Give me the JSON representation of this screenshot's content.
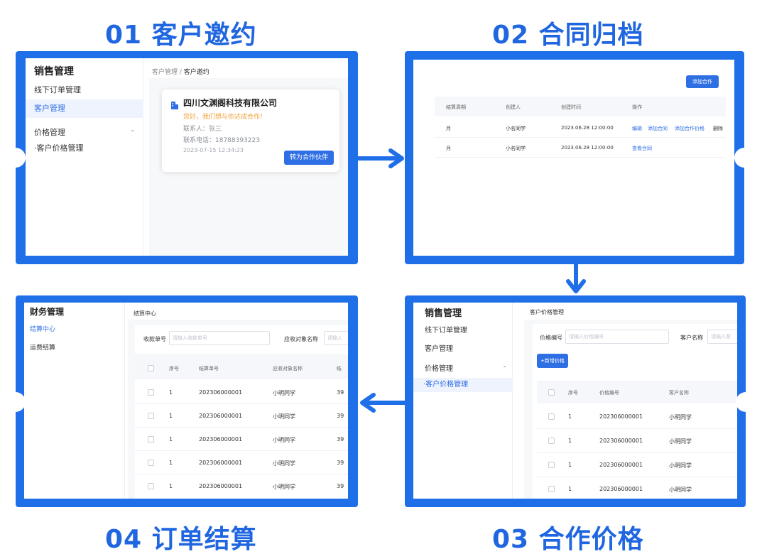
{
  "titles": {
    "step1": "01 客户邀约",
    "step2": "02 合同归档",
    "step3": "03 合作价格",
    "step4": "04 订单结算"
  },
  "colors": {
    "accent": "#1f6fe8",
    "title": "#1f66e0",
    "orange": "#f2a23a"
  },
  "panel1": {
    "sidebar_title": "销售管理",
    "items": [
      "线下订单管理",
      "客户管理",
      "价格管理",
      "·客户价格管理"
    ],
    "breadcrumb_parent": "客户管理 /",
    "breadcrumb_current": "客户邀约",
    "card": {
      "company": "四川文渊阁科技有限公司",
      "greeting": "您好，我们想与你达成合作！",
      "contact": "联系人：张三",
      "phone": "联系电话：18788393223",
      "time": "2023-07-15  12:34:23",
      "button": "转为合作伙伴"
    }
  },
  "panel2": {
    "add_button": "添加合作",
    "headers": [
      "结算周期",
      "创建人",
      "创建时间",
      "操作"
    ],
    "rows": [
      {
        "cycle": "月",
        "creator": "小名同学",
        "created": "2023.06.28 12:00:00",
        "actions": [
          "编辑",
          "添加合同",
          "添加合作价格",
          "删除"
        ]
      },
      {
        "cycle": "月",
        "creator": "小名同学",
        "created": "2023.06.28 12:00:00",
        "actions": [
          "查看合同"
        ]
      }
    ]
  },
  "panel3": {
    "sidebar_title": "销售管理",
    "items": [
      "线下订单管理",
      "客户管理",
      "价格管理",
      "·客户价格管理"
    ],
    "page_title": "客户价格管理",
    "price_code_label": "价格编号",
    "price_code_placeholder": "请输入价格编号",
    "customer_label": "客户名称",
    "customer_placeholder": "请输入客",
    "add_button": "+新增价格",
    "headers": [
      "序号",
      "价格编号",
      "客户名称"
    ],
    "rows": [
      {
        "no": "1",
        "code": "202306000001",
        "name": "小明同学"
      },
      {
        "no": "1",
        "code": "202306000001",
        "name": "小明同学"
      },
      {
        "no": "1",
        "code": "202306000001",
        "name": "小明同学"
      },
      {
        "no": "1",
        "code": "202306000001",
        "name": "小明同学"
      }
    ]
  },
  "panel4": {
    "sidebar_title": "财务管理",
    "items": [
      "结算中心",
      "运费结算"
    ],
    "page_title": "结算中心",
    "receipt_label": "收款单号",
    "receipt_placeholder": "请输入收款单号",
    "target_label": "应收对象名称",
    "target_placeholder": "请输入",
    "headers": [
      "序号",
      "结算单号",
      "应收对象名称",
      "结"
    ],
    "rows": [
      {
        "no": "1",
        "code": "202306000001",
        "name": "小明同学",
        "extra": "39"
      },
      {
        "no": "1",
        "code": "202306000001",
        "name": "小明同学",
        "extra": "39"
      },
      {
        "no": "1",
        "code": "202306000001",
        "name": "小明同学",
        "extra": "39"
      },
      {
        "no": "1",
        "code": "202306000001",
        "name": "小明同学",
        "extra": "39"
      },
      {
        "no": "1",
        "code": "202306000001",
        "name": "小明同学",
        "extra": "39"
      }
    ]
  }
}
